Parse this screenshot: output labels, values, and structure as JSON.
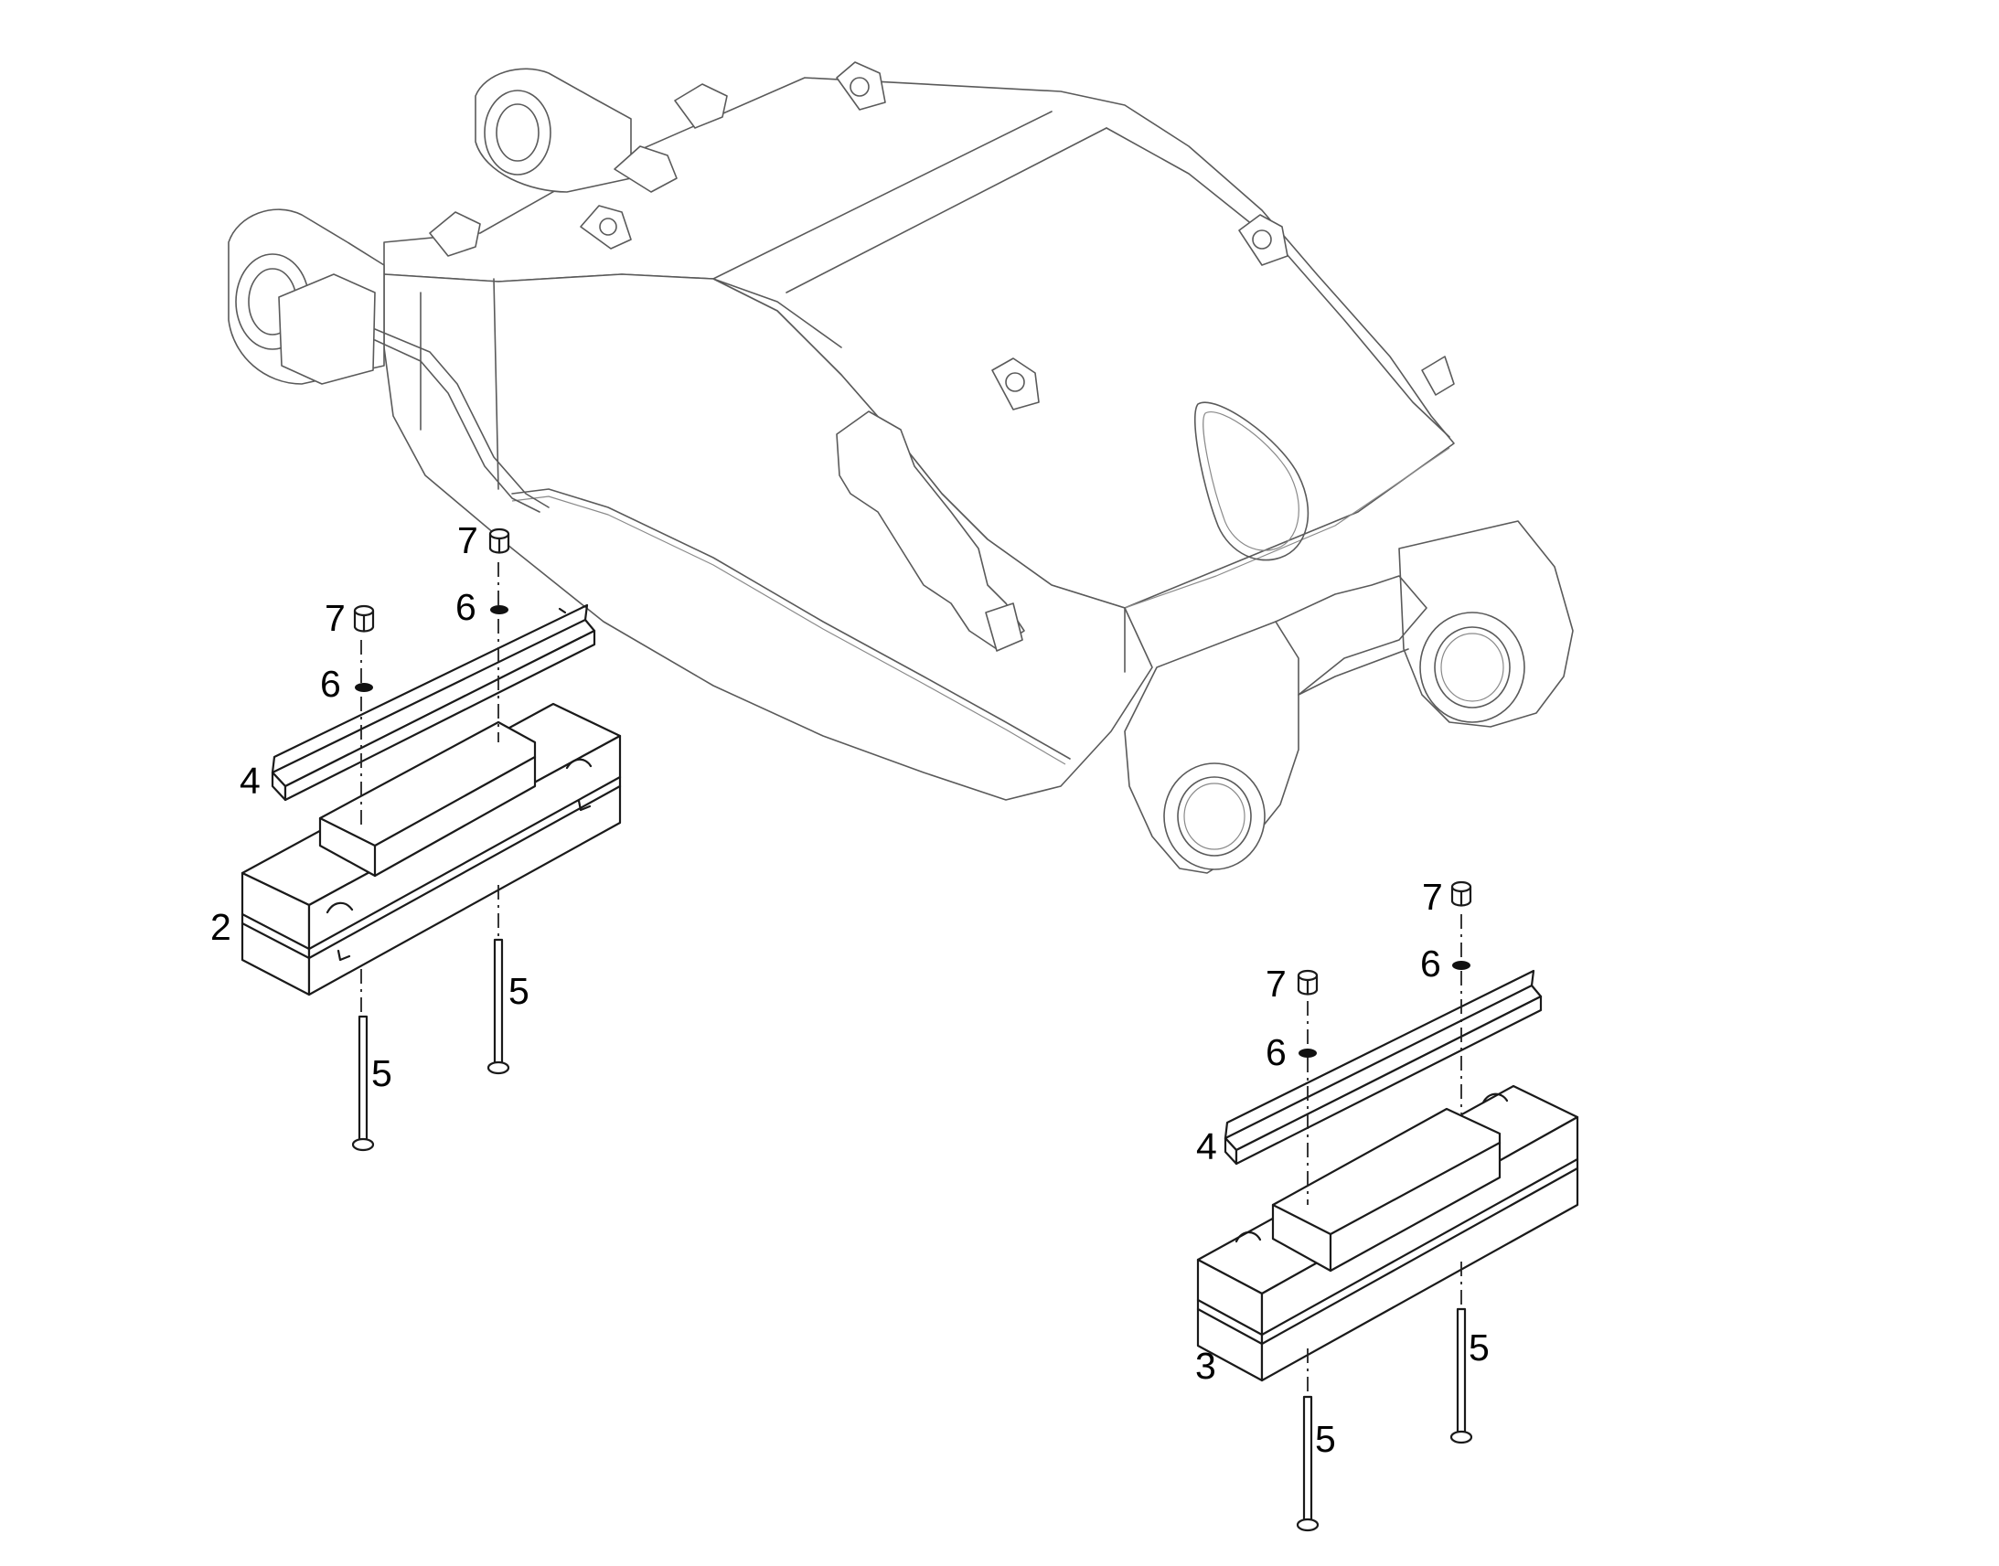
{
  "callouts": {
    "left_counterweight": {
      "item_2": "2",
      "item_4": "4",
      "item_5_a": "5",
      "item_5_b": "5",
      "item_6_a": "6",
      "item_6_b": "6",
      "item_7_a": "7",
      "item_7_b": "7"
    },
    "right_counterweight": {
      "item_3": "3",
      "item_4": "4",
      "item_5_a": "5",
      "item_5_b": "5",
      "item_6_a": "6",
      "item_6_b": "6",
      "item_7_a": "7",
      "item_7_b": "7"
    }
  },
  "colors": {
    "outline_light": "#5a5a5a",
    "outline_dark": "#1a1a1a",
    "label": "#000000",
    "background": "#ffffff"
  }
}
